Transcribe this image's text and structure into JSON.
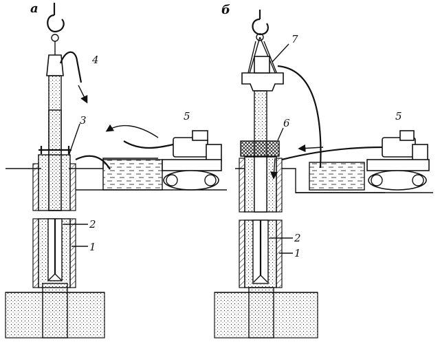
{
  "panels": [
    {
      "letter": "а",
      "callouts": [
        "4",
        "3",
        "5",
        "2",
        "1"
      ]
    },
    {
      "letter": "б",
      "callouts": [
        "7",
        "6",
        "5",
        "2",
        "1"
      ]
    }
  ],
  "colors": {
    "ink": "#111111",
    "paper": "#ffffff"
  }
}
